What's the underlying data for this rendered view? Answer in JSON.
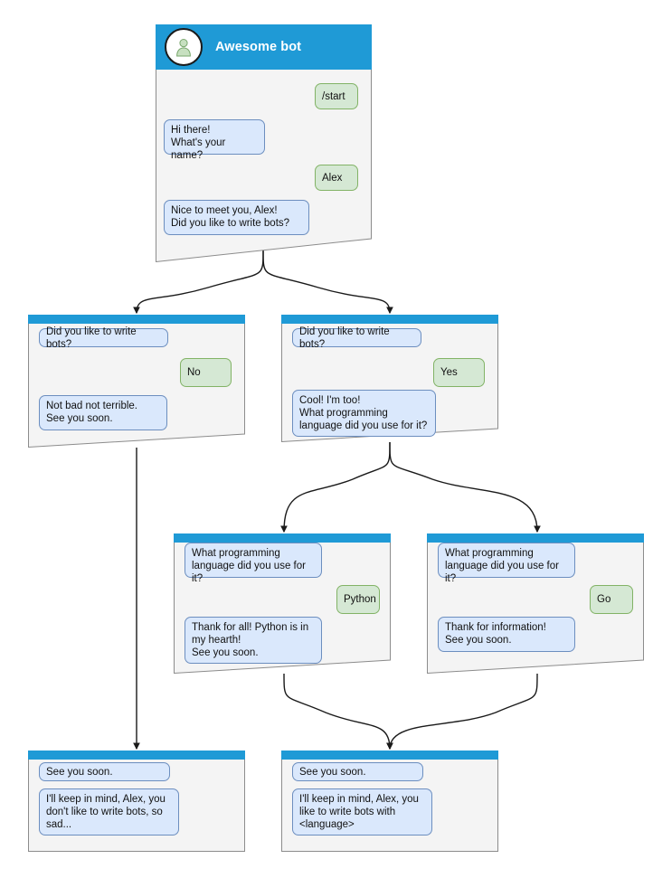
{
  "diagram": {
    "title": "Awesome bot chatbot conversation flow",
    "colors": {
      "header_blue": "#1f9ad6",
      "node_bg": "#f4f4f4",
      "node_border": "#8c8c8c",
      "bot_bubble_bg": "#dae8fc",
      "bot_bubble_border": "#6c8ebf",
      "user_bubble_bg": "#d5e8d4",
      "user_bubble_border": "#82b366",
      "edge": "#1a1a1a"
    }
  },
  "nodes": {
    "root": {
      "header": {
        "bot_name": "Awesome bot",
        "avatar_icon": "person-avatar-icon"
      },
      "messages": [
        {
          "role": "user",
          "text": "/start"
        },
        {
          "role": "bot",
          "text": "Hi there!\nWhat's your name?"
        },
        {
          "role": "user",
          "text": "Alex"
        },
        {
          "role": "bot",
          "text": "Nice to meet you, Alex!\nDid you like to write bots?"
        }
      ]
    },
    "no_branch": {
      "messages": [
        {
          "role": "bot",
          "text": "Did you like to write bots?"
        },
        {
          "role": "user",
          "text": "No"
        },
        {
          "role": "bot",
          "text": "Not bad not terrible.\nSee you soon."
        }
      ]
    },
    "yes_branch": {
      "messages": [
        {
          "role": "bot",
          "text": "Did you like to write bots?"
        },
        {
          "role": "user",
          "text": "Yes"
        },
        {
          "role": "bot",
          "text": "Cool! I'm too!\nWhat programming\nlanguage did you use for it?"
        }
      ]
    },
    "python_branch": {
      "messages": [
        {
          "role": "bot",
          "text": "What programming\nlanguage did you use for it?"
        },
        {
          "role": "user",
          "text": "Python"
        },
        {
          "role": "bot",
          "text": "Thank for all! Python is in\nmy hearth!\nSee you soon."
        }
      ]
    },
    "go_branch": {
      "messages": [
        {
          "role": "bot",
          "text": "What programming\nlanguage did you use for it?"
        },
        {
          "role": "user",
          "text": "Go"
        },
        {
          "role": "bot",
          "text": "Thank for information!\nSee you soon."
        }
      ]
    },
    "end_sad": {
      "messages": [
        {
          "role": "bot",
          "text": "See you soon."
        },
        {
          "role": "bot",
          "text": "I'll keep in mind, Alex, you\ndon't like to write bots, so\nsad..."
        }
      ]
    },
    "end_happy": {
      "messages": [
        {
          "role": "bot",
          "text": "See you soon."
        },
        {
          "role": "bot",
          "text": "I'll keep in mind, Alex, you\nlike to write bots with\n<language>"
        }
      ]
    }
  }
}
